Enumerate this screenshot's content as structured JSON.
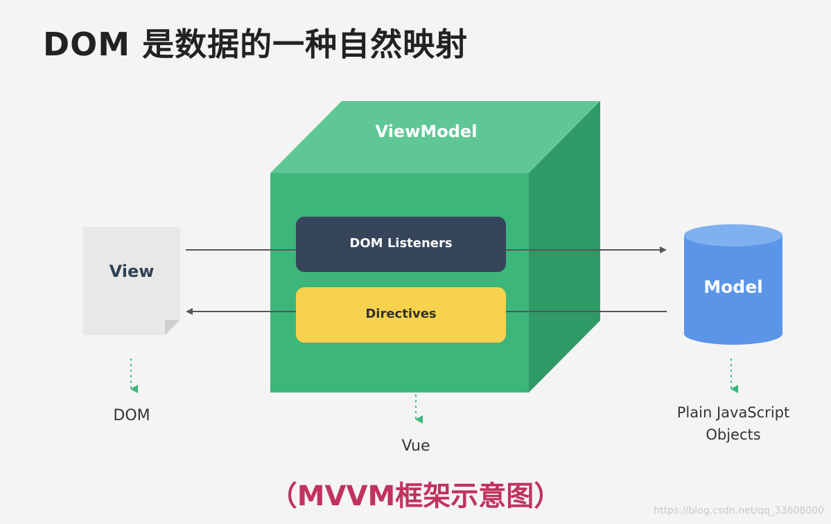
{
  "title": "DOM 是数据的一种自然映射",
  "view": {
    "label": "View",
    "below": "DOM"
  },
  "viewmodel": {
    "label": "ViewModel",
    "dom_listeners": "DOM Listeners",
    "directives": "Directives",
    "below": "Vue"
  },
  "model": {
    "label": "Model",
    "below_line1": "Plain JavaScript",
    "below_line2": "Objects"
  },
  "caption": "（MVVM框架示意图）",
  "watermark": "https://blog.csdn.net/qq_33608000",
  "colors": {
    "cube_front": "#3db67c",
    "cube_top": "#5fc795",
    "cube_side": "#2f9a66",
    "dom_listeners_box": "#36455a",
    "directives_box": "#f7d24f",
    "model_cylinder": "#5b95e8",
    "view_doc": "#e8e8e8",
    "dotted_arrow": "#3db67c",
    "caption": "#c0335e"
  }
}
